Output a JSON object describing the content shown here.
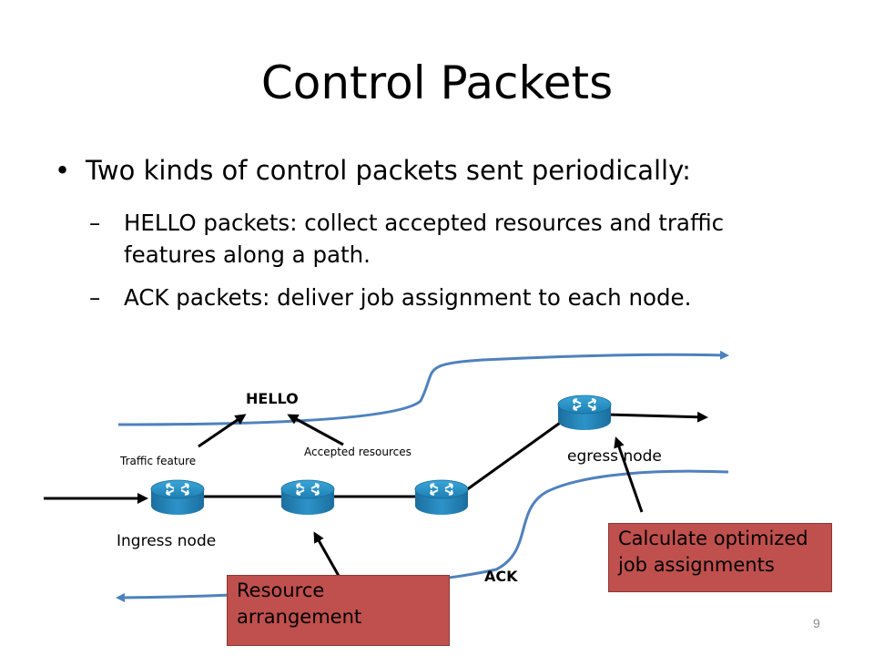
{
  "title": "Control Packets",
  "bullet": {
    "dot": "•",
    "text": "Two kinds of control packets sent periodically:"
  },
  "subbullets": [
    {
      "dash": "–",
      "line1": "HELLO packets: collect accepted resources and traffic",
      "line2": "features along a path."
    },
    {
      "dash": "–",
      "line1": "ACK packets: deliver job assignment to each node."
    }
  ],
  "diagram": {
    "hello_label": "HELLO",
    "ack_label": "ACK",
    "traffic_feature": "Traffic feature",
    "accepted_resources": "Accepted resources",
    "ingress_node": "Ingress node",
    "egress_node": "egress node",
    "resource_box": {
      "line1": "Resource",
      "line2": "arrangement"
    },
    "calc_box": {
      "line1": "Calculate optimized",
      "line2": "job assignments"
    },
    "colors": {
      "curve": "#4f81bd",
      "box_fill": "#c0504d",
      "router": "#2a8fc4"
    }
  },
  "page_number": "9"
}
